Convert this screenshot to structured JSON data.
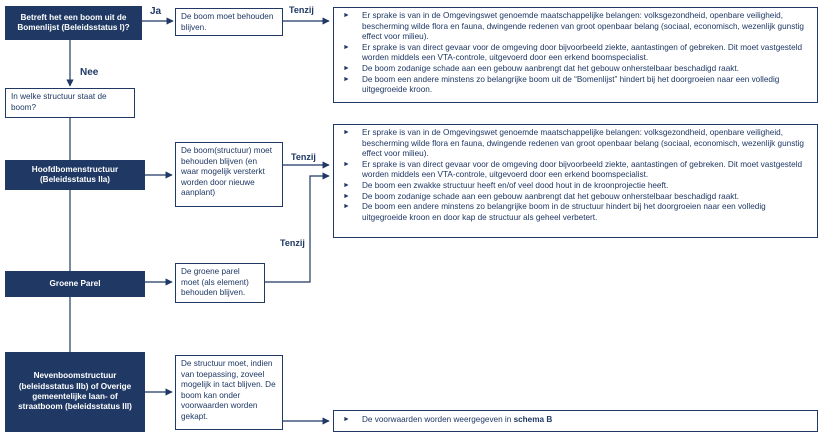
{
  "boxes": {
    "q1": "Betreft het een boom uit de Bomenlijst (Beleidsstatus I)?",
    "q2": "In welke structuur staat de boom?",
    "hoofd": "Hoofdbomenstructuur (Beleidsstatus IIa)",
    "parel": "Groene Parel",
    "neven": "Nevenboomstructuur (beleidsstatus IIb) of Overige gemeentelijke laan- of straatboom (beleidsstatus III)",
    "r1": "De boom moet behouden blijven.",
    "r2": "De boom(structuur) moet behouden blijven (en waar mogelijk versterkt worden door nieuwe aanplant)",
    "r3": "De groene parel moet (als element) behouden blijven.",
    "r4": "De structuur moet, indien van toepassing, zoveel mogelijk in tact blijven. De boom kan onder voorwaarden worden gekapt."
  },
  "labels": {
    "ja": "Ja",
    "nee": "Nee",
    "tenzij1": "Tenzij",
    "tenzij2": "Tenzij",
    "tenzij3": "Tenzij"
  },
  "list1": [
    "Er sprake is van in de Omgevingswet genoemde maatschappelijke belangen: volksgezondheid, openbare veiligheid, bescherming wilde flora en fauna, dwingende redenen van groot openbaar belang (sociaal, economisch, wezenlijk gunstig effect voor milieu).",
    "Er sprake is van direct gevaar voor de omgeving door bijvoorbeeld ziekte, aantastingen of gebreken. Dit moet vastgesteld worden middels een VTA-controle, uitgevoerd door een erkend boomspecialist.",
    "De boom zodanige schade aan een gebouw aanbrengt dat het gebouw onherstelbaar beschadigd raakt.",
    "De boom een andere minstens zo belangrijke boom uit de “Bomenlijst” hindert bij het doorgroeien naar een volledig uitgegroeide kroon."
  ],
  "list2": [
    "Er sprake is van in de Omgevingswet genoemde maatschappelijke belangen: volksgezondheid, openbare veiligheid, bescherming wilde flora en fauna, dwingende redenen van groot openbaar belang (sociaal, economisch, wezenlijk gunstig effect voor milieu).",
    "Er sprake is van direct gevaar voor de omgeving door bijvoorbeeld ziekte, aantastingen of gebreken. Dit moet vastgesteld worden middels een VTA-controle, uitgevoerd door een erkend boomspecialist.",
    "De boom een zwakke structuur heeft en/of veel dood hout in de kroonprojectie heeft.",
    "De boom zodanige schade aan een gebouw aanbrengt dat het gebouw onherstelbaar beschadigd raakt.",
    "De boom een andere minstens zo belangrijke boom in de structuur hindert bij het doorgroeien naar een volledig uitgegroeide kroon en door kap de structuur als geheel verbetert."
  ],
  "list3": {
    "text": "De voorwaarden worden weergegeven in ",
    "bold": "schema B"
  },
  "bullet_glyph": "►"
}
